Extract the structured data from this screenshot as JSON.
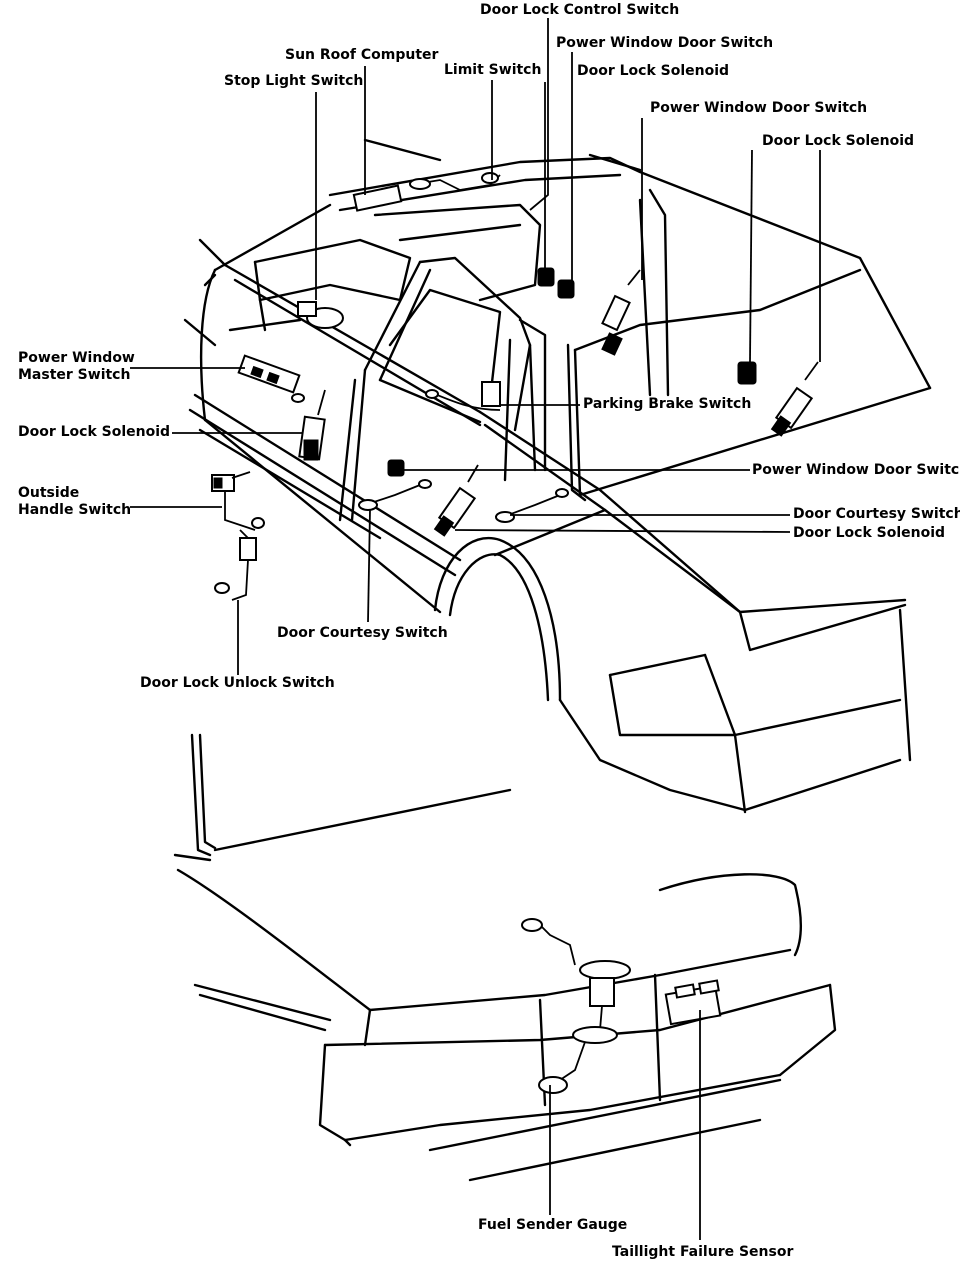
{
  "labels": {
    "door_lock_control_switch": "Door Lock Control Switch",
    "power_window_door_switch_top1": "Power Window Door Switch",
    "sun_roof_computer": "Sun Roof Computer",
    "limit_switch": "Limit Switch",
    "door_lock_solenoid_top1": "Door Lock Solenoid",
    "stop_light_switch": "Stop Light Switch",
    "power_window_door_switch_top2": "Power Window Door Switch",
    "door_lock_solenoid_top2": "Door Lock Solenoid",
    "power_window_master_switch": "Power Window\nMaster Switch",
    "parking_brake_switch": "Parking Brake Switch",
    "door_lock_solenoid_left": "Door Lock Solenoid",
    "power_window_door_switch_right": "Power Window Door Switch",
    "outside_handle_switch": "Outside\nHandle Switch",
    "door_courtesy_switch_right": "Door Courtesy Switch",
    "door_lock_solenoid_right": "Door Lock Solenoid",
    "door_courtesy_switch_bottom": "Door Courtesy Switch",
    "door_lock_unlock_switch": "Door Lock Unlock Switch",
    "fuel_sender_gauge": "Fuel Sender Gauge",
    "taillight_failure_sensor": "Taillight Failure Sensor"
  }
}
